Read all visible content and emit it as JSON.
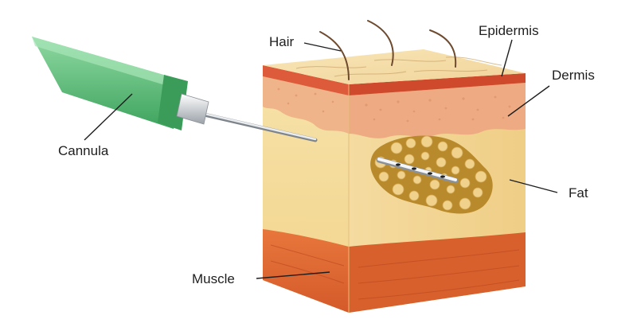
{
  "labels": {
    "hair": "Hair",
    "epidermis": "Epidermis",
    "dermis": "Dermis",
    "fat": "Fat",
    "muscle": "Muscle",
    "cannula": "Cannula"
  },
  "colors": {
    "cannula_green": "#5cc27a",
    "epidermis_red": "#de5a3a",
    "dermis_pink": "#efb48c",
    "fat_yellow": "#f7dfa4",
    "fat_cluster": "#b98a2c",
    "muscle_orange": "#e06a34"
  }
}
